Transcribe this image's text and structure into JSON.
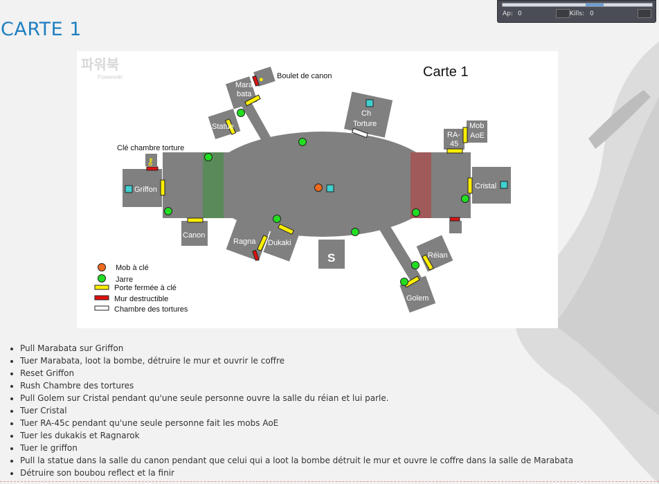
{
  "hud": {
    "ap_label": "Ap:",
    "ap_value": "0",
    "kills_label": "Kills:",
    "kills_value": "0"
  },
  "page": {
    "title": "CARTE 1"
  },
  "map": {
    "title": "Carte 1",
    "watermark": "파워북",
    "watermark_sub": "Powerwiki",
    "rooms": {
      "mara": "Mara",
      "bata": "bata",
      "boulet": "Boulet de canon",
      "statue": "Statue",
      "ch": "Ch",
      "torture": "Torture",
      "ra": "RA-",
      "ra45": "45",
      "mob": "Mob",
      "aoe": "AoE",
      "cle_chambre": "Clé chambre torture",
      "griffon": "Griffon",
      "cristal": "Cristal",
      "canon": "Canon",
      "ragna": "Ragna",
      "dukaki": "Dukaki",
      "s": "S",
      "reian": "Réian",
      "golem": "Golem"
    },
    "legend": [
      {
        "label": "Mob à clé",
        "kind": "circle",
        "color": "#ee6a1c"
      },
      {
        "label": "Jarre",
        "kind": "circle",
        "color": "#22dd22"
      },
      {
        "label": "Porte fermée à clé",
        "kind": "rect",
        "color": "#ffee00"
      },
      {
        "label": "Mur destructible",
        "kind": "rect",
        "color": "#dd1111"
      },
      {
        "label": "Chambre des tortures",
        "kind": "rect",
        "color": "#ffffff"
      }
    ],
    "colors": {
      "floor": "#808080",
      "green_zone": "#5a8a5a",
      "red_zone": "#a05a5a",
      "box": "#40d0d0",
      "jar": "#22dd22",
      "key_mob": "#ee6a1c",
      "door": "#ffee00",
      "wall": "#dd1111"
    }
  },
  "steps": [
    "Pull Marabata sur Griffon",
    "Tuer Marabata, loot la bombe, détruire le mur et ouvrir le coffre",
    "Reset Griffon",
    "Rush Chambre des tortures",
    "Pull Golem sur Cristal pendant qu'une seule personne ouvre la salle du réian et lui parle.",
    "Tuer Cristal",
    "Tuer RA-45c pendant qu'une seule personne fait les mobs AoE",
    "Tuer les dukakis et Ragnarok",
    "Tuer le griffon",
    "Pull la statue dans la salle du canon pendant que celui qui a loot la bombe détruit le mur et ouvre le coffre dans la salle de Marabata",
    "Détruire son boubou reflect et la finir"
  ]
}
